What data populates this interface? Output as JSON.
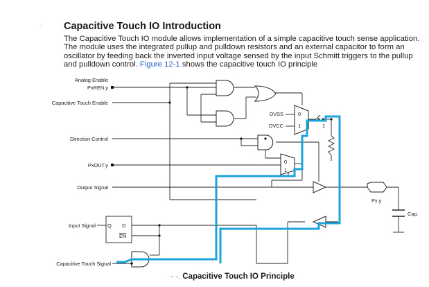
{
  "heading": "Capacitive Touch IO Introduction",
  "paragraph": {
    "text_before": "The Capacitive Touch IO module allows implementation of a simple capacitive touch sense application. The module uses the integrated pullup and pulldown resistors and an external capacitor to form an oscillator by feeding back the inverted input voltage sensed by the input Schmitt triggers to the pullup and pulldown control. ",
    "link": "Figure 12-1",
    "text_after": " shows the capacitive touch IO principle"
  },
  "diagram": {
    "signals": {
      "analog_enable": "Analog Enable",
      "pxren": "PxREN.y",
      "cap_touch_enable": "Capacitive Touch Enable",
      "direction_control": "Direction Control",
      "pxout": "PxOUT.y",
      "output_signal": "Output Signal",
      "input_signal": "Input Signal",
      "cap_touch_signal": "Capacitive Touch Signal"
    },
    "mux": {
      "dvss": "DVSS",
      "dvcc": "DVCC",
      "in0": "0",
      "in1": "1",
      "out1": "1"
    },
    "mux2": {
      "in0": "0",
      "in1": "1"
    },
    "latch": {
      "q": "Q",
      "d": "D",
      "en": "EN"
    },
    "pin": "Px.y",
    "capacitor": "Cap.",
    "feedback_color": "#1ba3dc"
  },
  "caption": {
    "prefix": "- -. ",
    "text": "Capacitive Touch IO Principle"
  }
}
